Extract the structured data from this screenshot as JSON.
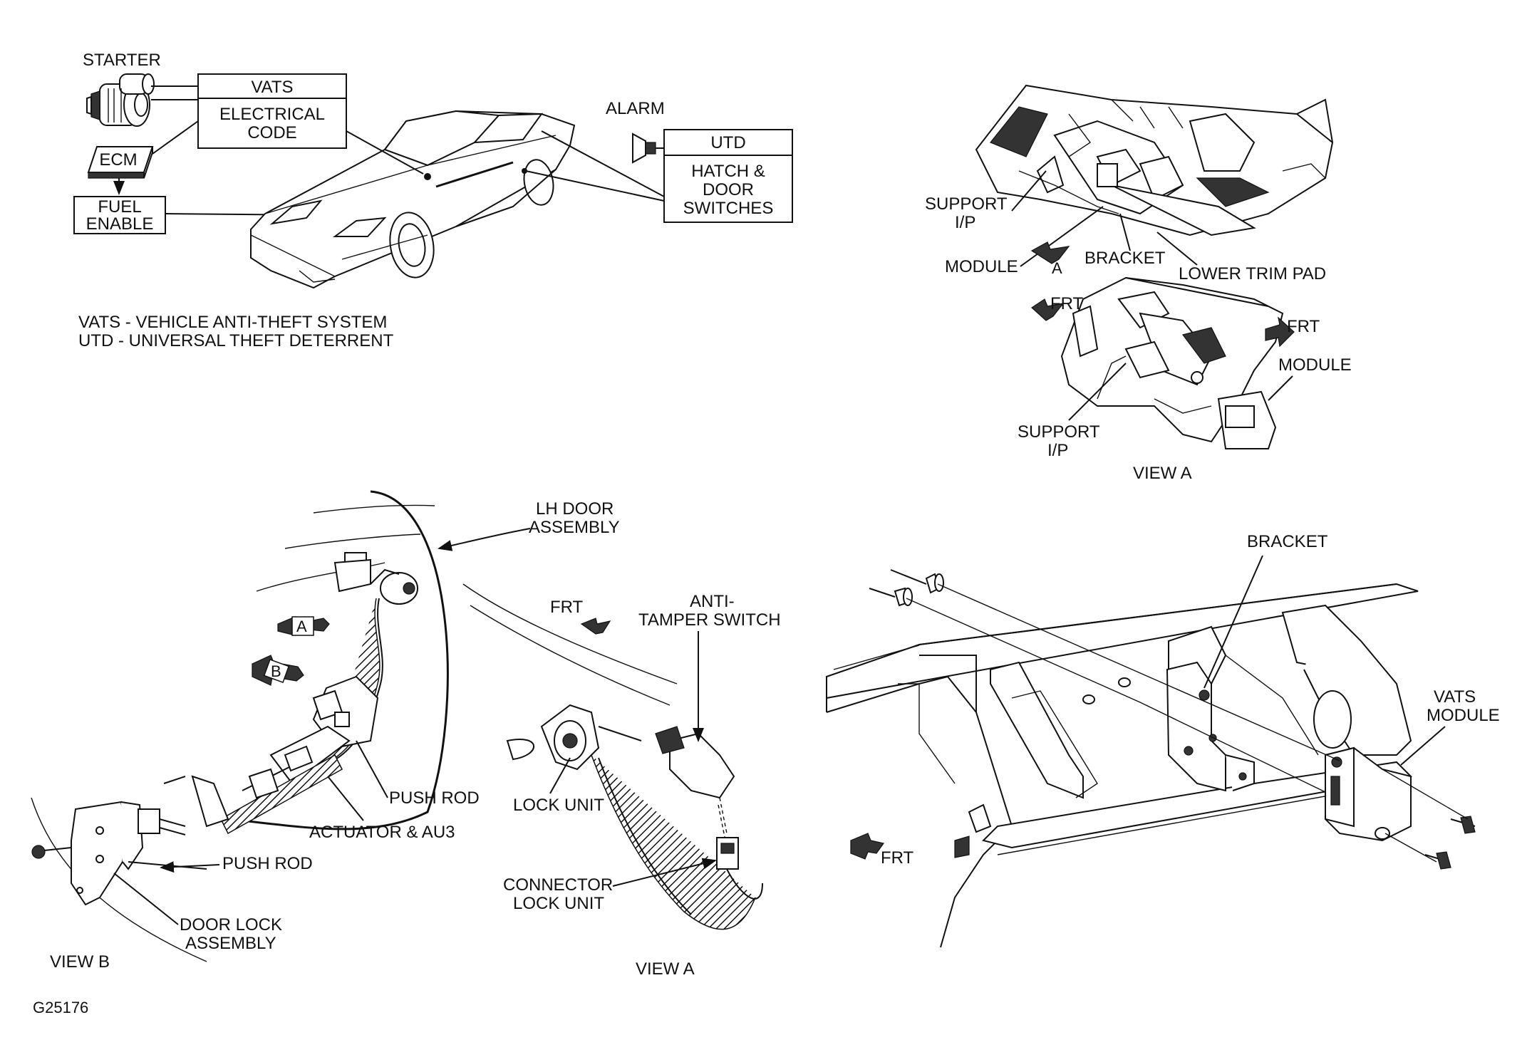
{
  "top_left": {
    "starter": "STARTER",
    "vats": "VATS",
    "electrical_code_1": "ELECTRICAL",
    "electrical_code_2": "CODE",
    "ecm": "ECM",
    "fuel_enable_1": "FUEL",
    "fuel_enable_2": "ENABLE",
    "alarm": "ALARM",
    "utd": "UTD",
    "hatch_1": "HATCH &",
    "hatch_2": "DOOR",
    "hatch_3": "SWITCHES",
    "legend_1": "VATS - VEHICLE ANTI-THEFT SYSTEM",
    "legend_2": "UTD - UNIVERSAL THEFT DETERRENT"
  },
  "top_right": {
    "support_1a": "SUPPORT",
    "support_1b": "I/P",
    "module_1": "MODULE",
    "a_marker": "A",
    "bracket": "BRACKET",
    "lower_trim_pad": "LOWER TRIM PAD",
    "frt_left": "FRT",
    "frt_right": "FRT",
    "module_2": "MODULE",
    "support_2a": "SUPPORT",
    "support_2b": "I/P",
    "view_a": "VIEW A"
  },
  "bottom_left": {
    "lh_door_1": "LH DOOR",
    "lh_door_2": "ASSEMBLY",
    "arrow_a": "A",
    "arrow_b": "B",
    "frt": "FRT",
    "anti_tamper_1": "ANTI-",
    "anti_tamper_2": "TAMPER SWITCH",
    "push_rod_upper": "PUSH ROD",
    "actuator": "ACTUATOR & AU3",
    "push_rod_lower": "PUSH ROD",
    "lock_unit": "LOCK UNIT",
    "door_lock_1": "DOOR LOCK",
    "door_lock_2": "ASSEMBLY",
    "connector_1": "CONNECTOR",
    "connector_2": "LOCK UNIT",
    "view_b": "VIEW  B",
    "view_a": "VIEW  A",
    "figure_id": "G25176"
  },
  "bottom_right": {
    "bracket": "BRACKET",
    "vats_module_1": "VATS",
    "vats_module_2": "MODULE",
    "frt": "FRT"
  }
}
